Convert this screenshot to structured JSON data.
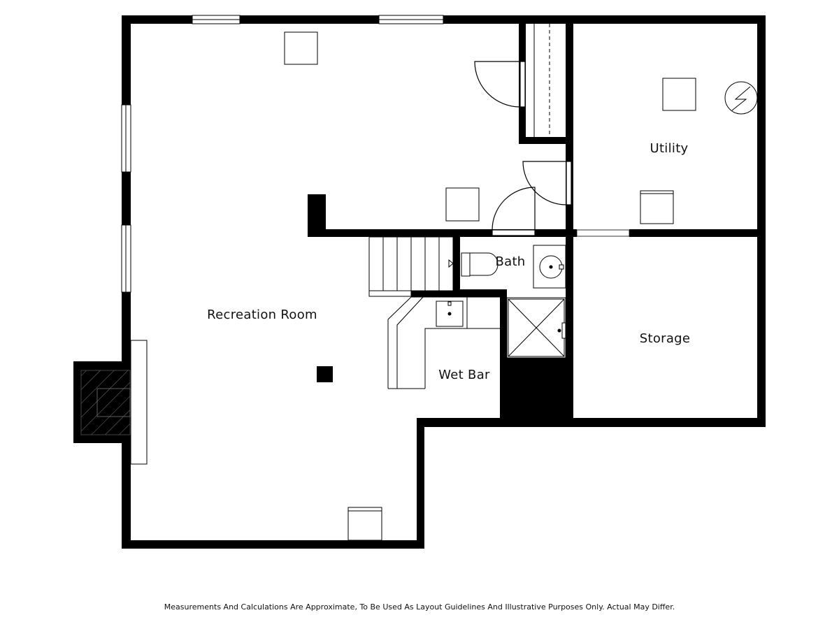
{
  "rooms": {
    "recreation": "Recreation Room",
    "utility": "Utility",
    "bath": "Bath",
    "storage": "Storage",
    "wet_bar": "Wet Bar"
  },
  "disclaimer": "Measurements And Calculations Are Approximate, To Be Used As Layout Guidelines And Illustrative Purposes Only. Actual May Differ.",
  "colors": {
    "wall": "#000000",
    "fixture": "#333333",
    "background": "#ffffff"
  }
}
